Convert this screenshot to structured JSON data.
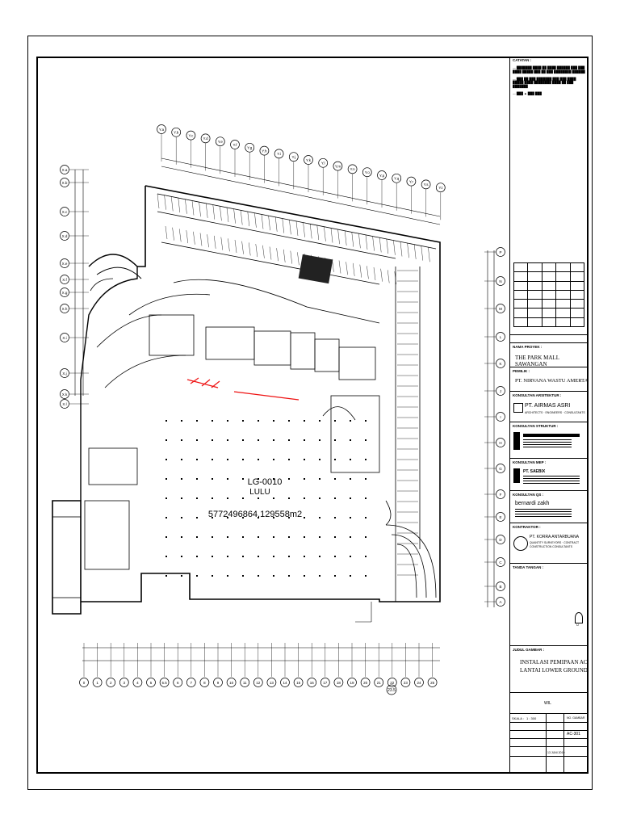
{
  "plan": {
    "room_code": "LG-0010",
    "room_name": "LULU",
    "room_area": "5772496864.129558m2",
    "grid_top": [
      "Y.a",
      "Y.b",
      "Y.c",
      "Y.d",
      "Y.e",
      "Y.f",
      "Y.g",
      "Y.h",
      "Y.i",
      "Y.j",
      "Y.k",
      "Y.l",
      "Y.m",
      "Y.n",
      "Y.o",
      "Y.p",
      "Y.q",
      "Y.r",
      "Y.s",
      "Y.t"
    ],
    "grid_left": [
      "X.a",
      "X.b",
      "X.c",
      "X.d",
      "X.e",
      "X.f",
      "X.g",
      "X.h",
      "X.i",
      "X.j",
      "X.k",
      "X.l"
    ],
    "grid_right": [
      "P",
      "N",
      "M",
      "L",
      "K",
      "J",
      "I",
      "H",
      "G",
      "F",
      "E",
      "D",
      "C",
      "B",
      "A"
    ],
    "grid_bottom": [
      "0",
      "1",
      "2",
      "3",
      "4",
      "5",
      "5.5",
      "6",
      "7",
      "8",
      "9",
      "10",
      "11",
      "12",
      "13",
      "14",
      "15",
      "16",
      "17",
      "18",
      "19",
      "20",
      "21",
      "22",
      "23",
      "24",
      "25"
    ],
    "grid_bottom_extra": "23.5"
  },
  "title_block": {
    "notes_label": "CATATAN :",
    "project_label": "NAMA PROYEK :",
    "project_name": "THE PARK MALL SAWANGAN",
    "owner_label": "PEMILIK :",
    "owner_name": "PT. NIRVANA WASTU AMERTA",
    "architect_label": "KONSULTAN ARSITEKTUR :",
    "architect_name": "PT. AIRMAS ASRI",
    "architect_sub": "ARCHITECTS · ENGINEERS · CONSULTANTS",
    "structure_label": "KONSULTAN STRUKTUR :",
    "mep_label": "KONSULTAN MEP :",
    "mep_name": "PT. SAEBIX",
    "qs_label": "KONSULTAN QS :",
    "qs_name": "bernardi zakh",
    "contractor_label": "KONTRAKTOR :",
    "contractor_name": "PT. KORRA ANTARBUANA",
    "contractor_sub1": "QUANTITY SURVEYORS · CONTRACT",
    "contractor_sub2": "CONSTRUCTION CONSULTANTS",
    "stamp_label": "TANDA TANGAN :",
    "drawing_label": "JUDUL GAMBAR :",
    "drawing_title_1": "INSTALASI PEMIPAAN AC",
    "drawing_title_2": "LANTAI LOWER GROUND",
    "scale_label": "SKALA :",
    "scale_value": "1 : 300",
    "sheet_code_label": "NO. GAMBAR",
    "sheet_code": "AC-301",
    "status_value": "WIL",
    "date_value": "13 JUNI 2019",
    "key_north": "U"
  }
}
